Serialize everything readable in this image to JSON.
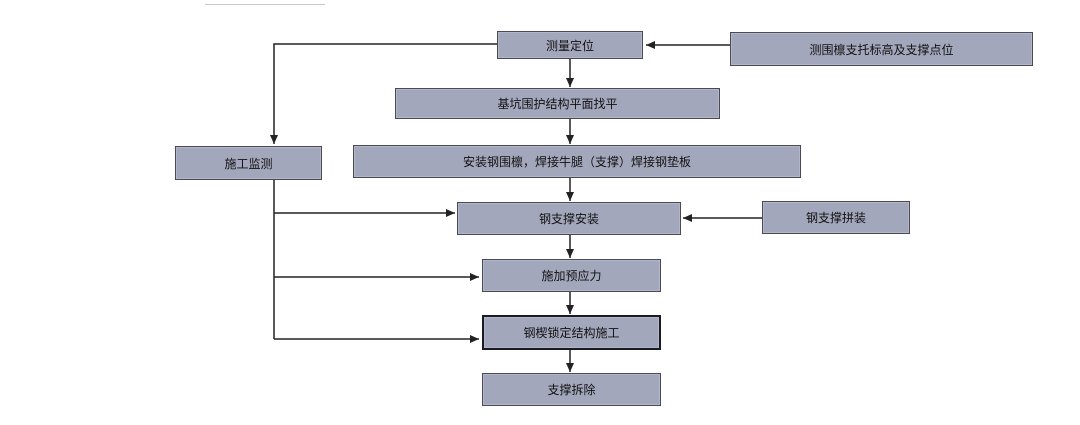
{
  "diagram": {
    "nodes": {
      "survey_positioning": "测量定位",
      "measure_elevation": "测围檩支托标高及支撑点位",
      "excavation_leveling": "基坑围护结构平面找平",
      "install_waling": "安装钢围檩，焊接牛腿（支撑）焊接钢垫板",
      "construction_monitoring": "施工监测",
      "steel_support_install": "钢支撑安装",
      "steel_support_assembly": "钢支撑拼装",
      "apply_prestress": "施加预应力",
      "wedge_lock": "钢楔锁定结构施工",
      "support_removal": "支撑拆除"
    }
  },
  "colors": {
    "node_fill": "#a3a7bc",
    "node_border": "#4a4a55",
    "line": "#222222"
  }
}
